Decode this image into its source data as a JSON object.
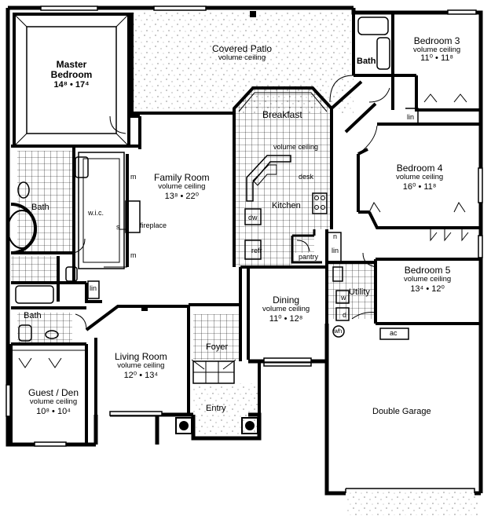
{
  "rooms": {
    "master": {
      "name": "Master Bedroom",
      "dims": "14⁸ • 17⁴"
    },
    "patio": {
      "name": "Covered Patio",
      "sub": "volume ceiling"
    },
    "bed3": {
      "name": "Bedroom 3",
      "sub": "volume ceiling",
      "dims": "11⁰ • 11⁸"
    },
    "bath_upper": {
      "name": "Bath"
    },
    "breakfast": {
      "name": "Breakfast",
      "sub": "volume ceiling"
    },
    "family": {
      "name": "Family Room",
      "sub": "volume ceiling",
      "dims": "13⁸ • 22⁰"
    },
    "bed4": {
      "name": "Bedroom 4",
      "sub": "volume ceiling",
      "dims": "16⁰ • 11⁸"
    },
    "kitchen": {
      "name": "Kitchen"
    },
    "bath_master": {
      "name": "Bath"
    },
    "bed5": {
      "name": "Bedroom 5",
      "sub": "volume ceiling",
      "dims": "13⁴ • 12⁰"
    },
    "utility": {
      "name": "Utility"
    },
    "dining": {
      "name": "Dining",
      "sub": "volume ceiling",
      "dims": "11⁰ • 12⁸"
    },
    "bath_guest": {
      "name": "Bath"
    },
    "living": {
      "name": "Living Room",
      "sub": "volume ceiling",
      "dims": "12⁰ • 13⁴"
    },
    "foyer": {
      "name": "Foyer"
    },
    "guest": {
      "name": "Guest / Den",
      "sub": "volume ceiling",
      "dims": "10⁸ • 10⁴"
    },
    "entry": {
      "name": "Entry"
    },
    "garage": {
      "name": "Double Garage"
    }
  },
  "fixtures": {
    "wic": "w.i.c.",
    "fireplace": "fireplace",
    "m": "m",
    "s": "s",
    "lin": "lin",
    "n": "n",
    "pantry": "pantry",
    "desk": "desk",
    "dw": "dw",
    "refr": "refr",
    "w": "w",
    "d": "d",
    "wh": "wh",
    "ac": "ac"
  }
}
